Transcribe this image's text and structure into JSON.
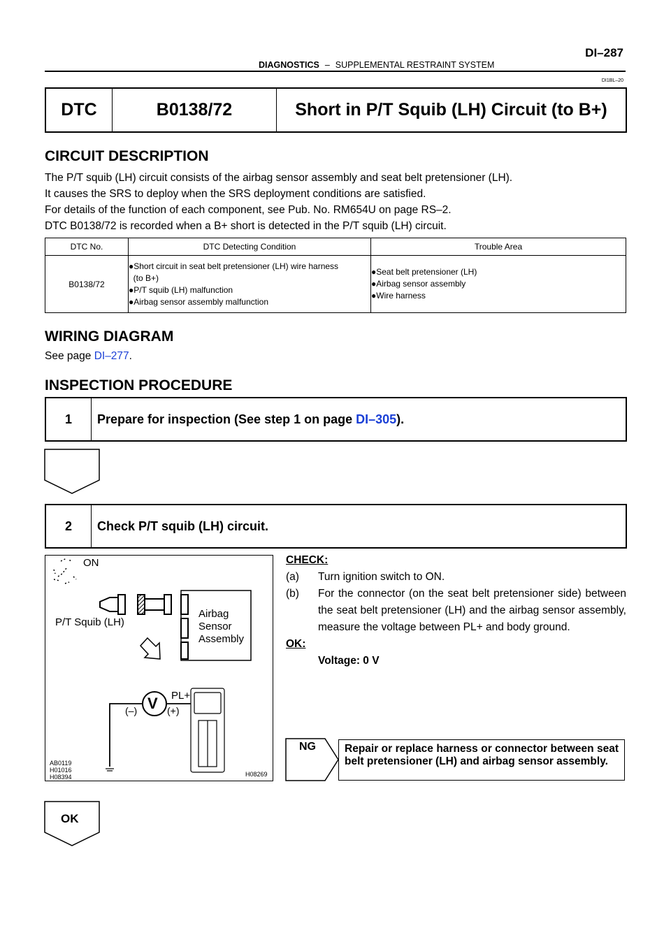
{
  "header": {
    "section": "DIAGNOSTICS",
    "dash": "–",
    "subsection": "SUPPLEMENTAL RESTRAINT SYSTEM",
    "page": "DI–287",
    "code": "DI1BL–20"
  },
  "dtc": {
    "label": "DTC",
    "code": "B0138/72",
    "title": "Short in P/T Squib (LH) Circuit (to B+)"
  },
  "circuit_description": {
    "heading": "CIRCUIT DESCRIPTION",
    "lines": [
      "The P/T squib (LH) circuit consists of the airbag sensor assembly and seat belt pretensioner (LH).",
      "It causes the SRS to deploy when the SRS deployment conditions are satisfied.",
      "For details of the function of each component, see Pub. No. RM654U on page RS–2.",
      "DTC B0138/72 is recorded when a B+ short is detected in the P/T squib (LH) circuit."
    ]
  },
  "dtc_table": {
    "headers": [
      "DTC No.",
      "DTC Detecting Condition",
      "Trouble Area"
    ],
    "dtc_no": "B0138/72",
    "conditions": [
      "●Short circuit in seat belt pretensioner (LH) wire harness",
      "  (to B+)",
      "●P/T squib (LH) malfunction",
      "●Airbag sensor assembly malfunction"
    ],
    "trouble_areas": [
      "●Seat belt pretensioner (LH)",
      "●Airbag sensor assembly",
      "●Wire harness"
    ]
  },
  "wiring": {
    "heading": "WIRING DIAGRAM",
    "text": "See page ",
    "link": "DI–277",
    "end": "."
  },
  "inspection": {
    "heading": "INSPECTION PROCEDURE",
    "step1": {
      "num": "1",
      "text": "Prepare for inspection (See step 1 on page ",
      "link": "DI–305",
      "end": ")."
    },
    "step2": {
      "num": "2",
      "text": "Check P/T squib (LH) circuit."
    }
  },
  "diagram": {
    "on": "ON",
    "squib": "P/T Squib (LH)",
    "sensor": [
      "Airbag",
      "Sensor",
      "Assembly"
    ],
    "pl": "PL+",
    "neg": "(–)",
    "pos": "(+)",
    "v": "V",
    "codes": [
      "AB0119",
      "H01016",
      "H08394"
    ],
    "figure": "H08269"
  },
  "check": {
    "check_label": "CHECK:",
    "a_label": "(a)",
    "a_text": "Turn ignition switch to ON.",
    "b_label": "(b)",
    "b_text": "For the connector (on the seat belt pretensioner side) between the seat belt pretensioner (LH) and the airbag sensor assembly, measure the voltage between PL+ and body ground.",
    "ok_label": "OK:",
    "ok_value": "Voltage: 0 V"
  },
  "ng": {
    "label": "NG",
    "text": "Repair or replace harness or connector between seat belt pretensioner (LH) and airbag sensor assembly."
  },
  "ok_label": "OK"
}
